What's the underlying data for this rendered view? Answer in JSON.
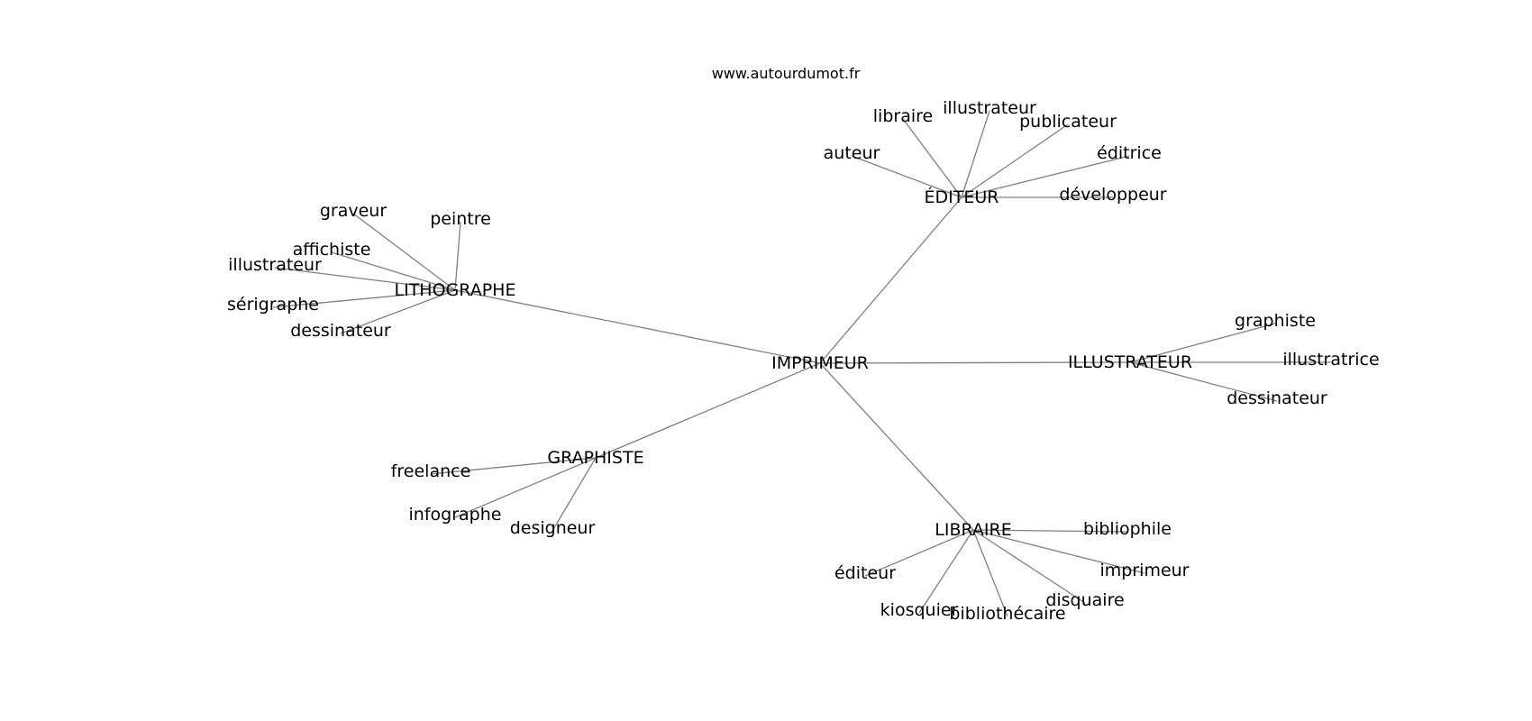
{
  "source": "www.autourdumot.fr",
  "colors": {
    "edge": "#808080",
    "text": "#000000",
    "background": "#ffffff"
  },
  "center": {
    "id": "imprimeur",
    "label": "IMPRIMEUR"
  },
  "hubs": [
    {
      "id": "editeur",
      "label": "ÉDITEUR",
      "leaves": [
        "auteur",
        "libraire",
        "illustrateur",
        "publicateur",
        "éditrice",
        "développeur"
      ]
    },
    {
      "id": "lithographe",
      "label": "LITHOGRAPHE",
      "leaves": [
        "graveur",
        "peintre",
        "affichiste",
        "illustrateur",
        "sérigraphe",
        "dessinateur"
      ]
    },
    {
      "id": "illustrateur",
      "label": "ILLUSTRATEUR",
      "leaves": [
        "graphiste",
        "illustratrice",
        "dessinateur"
      ]
    },
    {
      "id": "graphiste",
      "label": "GRAPHISTE",
      "leaves": [
        "freelance",
        "infographe",
        "designeur"
      ]
    },
    {
      "id": "libraire",
      "label": "LIBRAIRE",
      "leaves": [
        "bibliophile",
        "imprimeur",
        "éditeur",
        "kiosquier",
        "bibliothécaire",
        "disquaire"
      ]
    }
  ]
}
